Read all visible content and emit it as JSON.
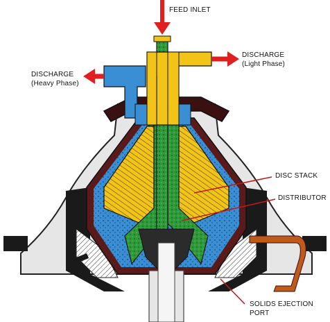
{
  "labels": {
    "feed_inlet": "FEED INLET",
    "discharge_light_1": "DISCHARGE",
    "discharge_light_2": "(Light Phase)",
    "discharge_heavy_1": "DISCHARGE",
    "discharge_heavy_2": "(Heavy Phase)",
    "disc_stack": "DISC STACK",
    "distributor": "DISTRIBUTOR",
    "solids_1": "SOLIDS EJECTION",
    "solids_2": "PORT"
  },
  "colors": {
    "feed": "#2e9a3a",
    "light_phase": "#f2c417",
    "heavy_phase": "#3a8fd4",
    "housing": "#1a1a1a",
    "arrow": "#e02020",
    "casing": "#d8d8d8",
    "bowl_wall": "#5a1a1a"
  }
}
